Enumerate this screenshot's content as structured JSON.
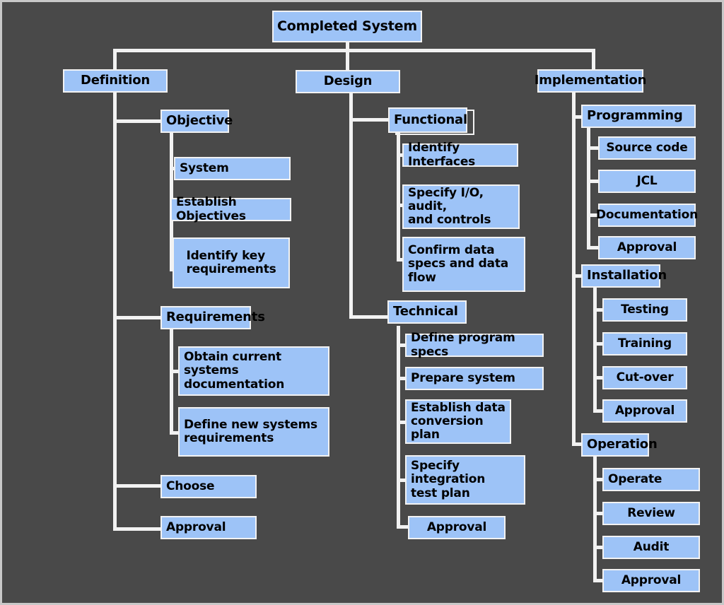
{
  "diagram": {
    "title": "Completed System",
    "type": "work-breakdown-structure",
    "colors": {
      "background": "#494949",
      "node_fill": "#9dc3f7",
      "node_border": "#f2f2f2",
      "connector": "#f2f2f2",
      "text": "#000000",
      "frame": "#c8c8c8"
    },
    "root": {
      "label": "Completed System"
    },
    "branches": [
      {
        "label": "Definition",
        "children": [
          {
            "label": "Objective",
            "children": [
              {
                "label": "System"
              },
              {
                "label": "Establish Objectives"
              },
              {
                "label": "Identify key\nrequirements"
              }
            ]
          },
          {
            "label": "Requirements",
            "children": [
              {
                "label": "Obtain current\nsystems documentation"
              },
              {
                "label": "Define new systems\nrequirements"
              }
            ]
          },
          {
            "label": "Choose"
          },
          {
            "label": "Approval"
          }
        ]
      },
      {
        "label": "Design",
        "children": [
          {
            "label": "Functional",
            "children": [
              {
                "label": "Identify Interfaces"
              },
              {
                "label": "Specify I/O, audit,\nand controls"
              },
              {
                "label": "Confirm data\nspecs and data flow"
              }
            ]
          },
          {
            "label": "Technical",
            "children": [
              {
                "label": "Define program specs"
              },
              {
                "label": "Prepare system"
              },
              {
                "label": "Establish data\nconversion plan"
              },
              {
                "label": "Specify integration\ntest plan"
              },
              {
                "label": "Approval"
              }
            ]
          }
        ]
      },
      {
        "label": "Implementation",
        "children": [
          {
            "label": "Programming",
            "children": [
              {
                "label": "Source code"
              },
              {
                "label": "JCL"
              },
              {
                "label": "Documentation"
              },
              {
                "label": "Approval"
              }
            ]
          },
          {
            "label": "Installation",
            "children": [
              {
                "label": "Testing"
              },
              {
                "label": "Training"
              },
              {
                "label": "Cut-over"
              },
              {
                "label": "Approval"
              }
            ]
          },
          {
            "label": "Operation",
            "children": [
              {
                "label": "Operate"
              },
              {
                "label": "Review"
              },
              {
                "label": "Audit"
              },
              {
                "label": "Approval"
              }
            ]
          }
        ]
      }
    ]
  }
}
